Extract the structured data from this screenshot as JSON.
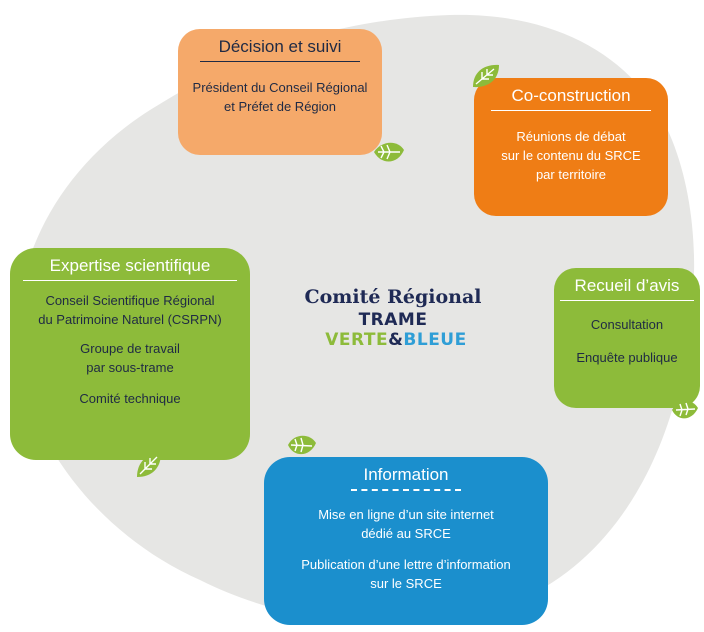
{
  "center": {
    "line1": "Comité  Régional",
    "trame": "TRAME",
    "verte": "VERTE",
    "amp": "&",
    "bleue": "BLEUE"
  },
  "decision": {
    "title": "Décision et suivi",
    "lines": [
      "Président du Conseil Régional",
      "et Préfet de Région"
    ]
  },
  "coconstruction": {
    "title": "Co-construction",
    "lines": [
      "Réunions de débat",
      "sur le contenu du SRCE",
      "par territoire"
    ]
  },
  "recueil": {
    "title": "Recueil d’avis",
    "lines": [
      "Consultation",
      "Enquête publique"
    ]
  },
  "information": {
    "title": "Information",
    "p1": [
      "Mise en ligne d’un site internet",
      "dédié au SRCE"
    ],
    "p2": [
      "Publication d’une lettre d’information",
      "sur le SRCE"
    ]
  },
  "expertise": {
    "title": "Expertise scientifique",
    "p1": [
      "Conseil Scientifique Régional",
      "du Patrimoine Naturel (CSRPN)"
    ],
    "p2": [
      "Groupe de travail",
      "par sous-trame"
    ],
    "p3": [
      "Comité technique"
    ]
  },
  "colors": {
    "blob": "#e6e6e4",
    "decision": "#f5a96a",
    "coconstruction": "#ef7d15",
    "green": "#8dbb3a",
    "information": "#1b8fcd",
    "navy": "#1f2a55",
    "teal": "#2f9ed6"
  }
}
